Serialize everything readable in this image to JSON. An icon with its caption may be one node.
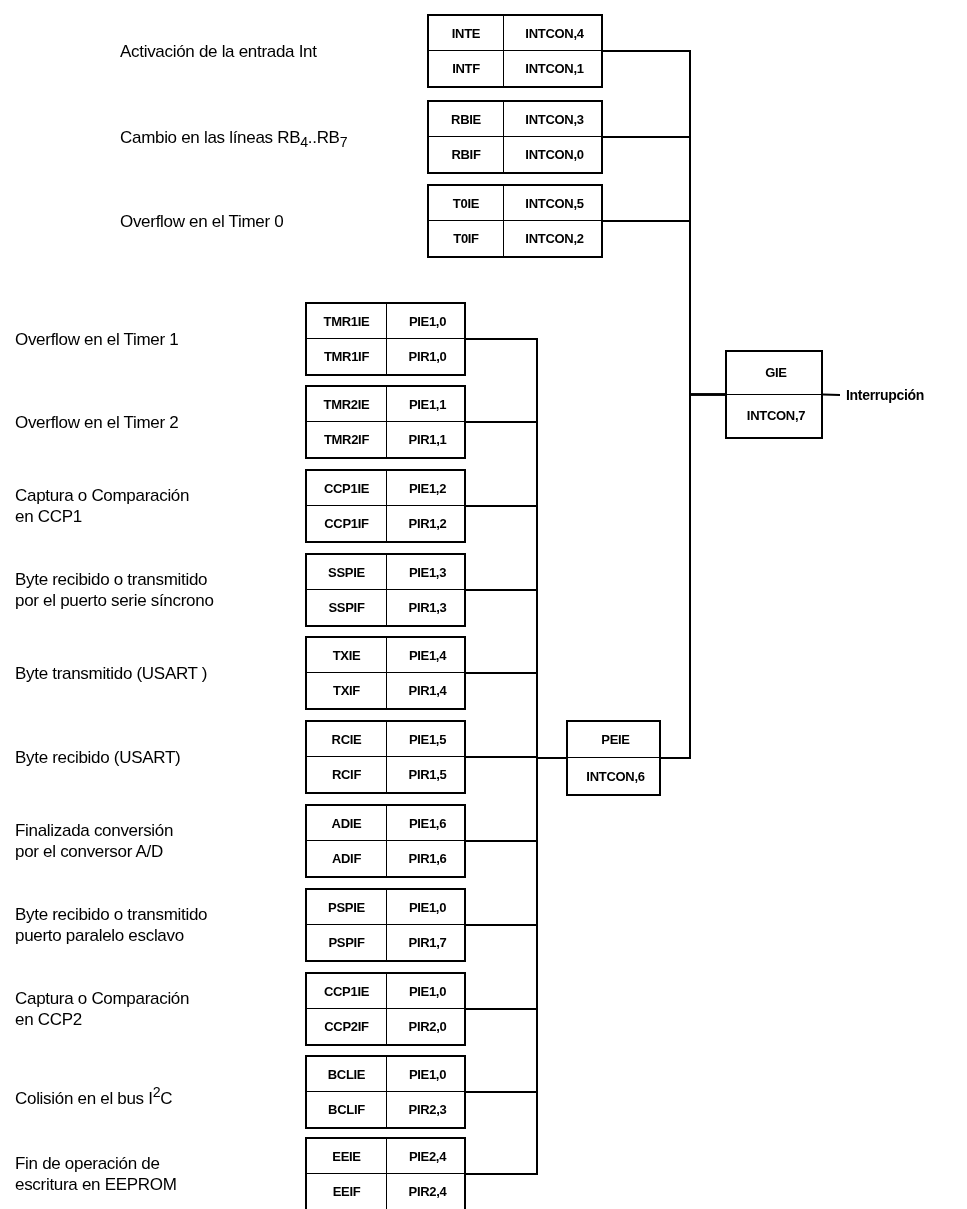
{
  "diagram": {
    "nodes": [
      {
        "text": [
          "INTE",
          "INTCON,4",
          "INTF",
          "INTCON,1"
        ]
      },
      {
        "text": [
          "RBIE",
          "INTCON,3",
          "RBIF",
          "INTCON,0"
        ]
      },
      {
        "text": [
          "T0IE",
          "INTCON,5",
          "T0IF",
          "INTCON,2"
        ]
      },
      {
        "text": [
          "TMR1IE",
          "PIE1,0",
          "TMR1IF",
          "PIR1,0"
        ]
      },
      {
        "text": [
          "TMR2IE",
          "PIE1,1",
          "TMR2IF",
          "PIR1,1"
        ]
      },
      {
        "text": [
          "CCP1IE",
          "PIE1,2",
          "CCP1IF",
          "PIR1,2"
        ]
      },
      {
        "text": [
          "SSPIE",
          "PIE1,3",
          "SSPIF",
          "PIR1,3"
        ]
      },
      {
        "text": [
          "TXIE",
          "PIE1,4",
          "TXIF",
          "PIR1,4"
        ]
      },
      {
        "text": [
          "RCIE",
          "PIE1,5",
          "RCIF",
          "PIR1,5"
        ]
      },
      {
        "text": [
          "ADIE",
          "PIE1,6",
          "ADIF",
          "PIR1,6"
        ]
      },
      {
        "text": [
          "PSPIE",
          "PIE1,0",
          "PSPIF",
          "PIR1,7"
        ]
      },
      {
        "text": [
          "CCP1IE",
          "PIE1,0",
          "CCP2IF",
          "PIR2,0"
        ]
      },
      {
        "text": [
          "BCLIE",
          "PIE1,0",
          "BCLIF",
          "PIR2,3"
        ]
      },
      {
        "text": [
          "EEIE",
          "PIE2,4",
          "EEIF",
          "PIR2,4"
        ]
      },
      {
        "text": [
          "GIE",
          "INTCON,7"
        ]
      },
      {
        "text": [
          "Interrupción"
        ]
      },
      {
        "text": [
          "PEIE",
          "INTCON,6"
        ]
      }
    ],
    "edges": [
      {
        "from": 0,
        "to": 14,
        "arrow": "none"
      },
      {
        "from": 1,
        "to": 14,
        "arrow": "none"
      },
      {
        "from": 2,
        "to": 14,
        "arrow": "none"
      },
      {
        "from": 16,
        "to": 14,
        "arrow": "none"
      },
      {
        "from": 3,
        "to": 16,
        "arrow": "none"
      },
      {
        "from": 4,
        "to": 16,
        "arrow": "none"
      },
      {
        "from": 5,
        "to": 16,
        "arrow": "none"
      },
      {
        "from": 6,
        "to": 16,
        "arrow": "none"
      },
      {
        "from": 7,
        "to": 16,
        "arrow": "none"
      },
      {
        "from": 8,
        "to": 16,
        "arrow": "none"
      },
      {
        "from": 9,
        "to": 16,
        "arrow": "none"
      },
      {
        "from": 10,
        "to": 16,
        "arrow": "none"
      },
      {
        "from": 11,
        "to": 16,
        "arrow": "none"
      },
      {
        "from": 12,
        "to": 16,
        "arrow": "none"
      },
      {
        "from": 13,
        "to": 16,
        "arrow": "none"
      },
      {
        "from": 14,
        "to": 15,
        "arrow": "none"
      }
    ],
    "labels": [
      "Activación de la entrada Int",
      "Cambio en las líneas RB$_{4}$..RB$_{7}$",
      "Overflow en el Timer 0",
      "Overflow en el Timer 1",
      "Overflow en el Timer 2",
      "Captura o Comparación en CCP1",
      "Byte recibido o transmitido por el puerto serie síncrono",
      "Byte transmitido (USART )",
      "Byte recibido (USART)",
      "Finalizada conversión por el conversor A/D",
      "Byte recibido o transmitido puerto paralelo esclavo",
      "Captura o Comparación en CCP2",
      "Colisión en el bus I$^{2}$C",
      "Fin de operación de escritura en EEPROM"
    ]
  }
}
